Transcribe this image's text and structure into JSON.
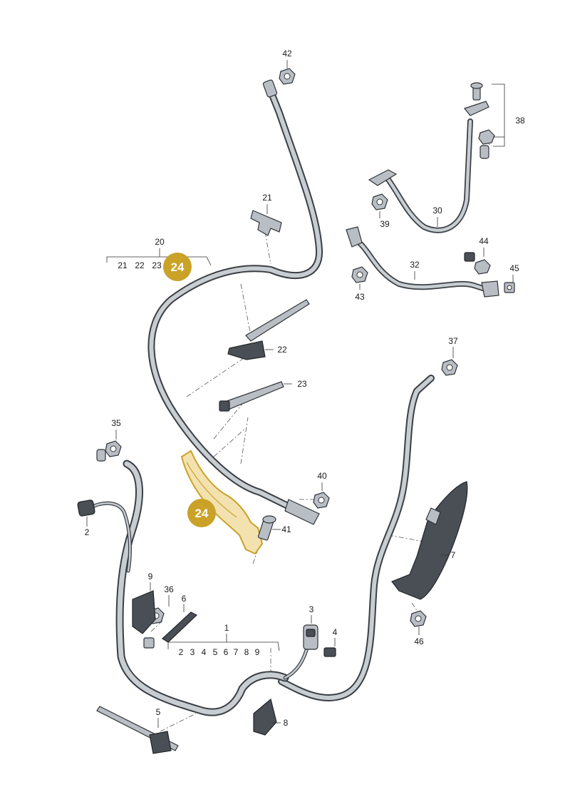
{
  "colors": {
    "highlight": "#c9a227",
    "highlight_fill": "#f3e2b0",
    "cable_outline": "#3a3f45",
    "cable_fill": "#c8cdd2",
    "part_fill": "#b9bec4"
  },
  "badges": [
    {
      "id": "badge-a",
      "text": "24"
    },
    {
      "id": "badge-b",
      "text": "24"
    }
  ],
  "callouts": {
    "c42": "42",
    "c38": "38",
    "c21": "21",
    "c20": "20",
    "c21b": "21",
    "c22b": "22",
    "c23b": "23",
    "c30": "30",
    "c39": "39",
    "c44": "44",
    "c45": "45",
    "c32": "32",
    "c43": "43",
    "c22": "22",
    "c23": "23",
    "c37": "37",
    "c35": "35",
    "c2": "2",
    "c40": "40",
    "c41": "41",
    "c7": "7",
    "c9": "9",
    "c36": "36",
    "c6": "6",
    "c3": "3",
    "c4": "4",
    "c46": "46",
    "c1": "1",
    "c5": "5",
    "c8": "8"
  },
  "group_1_items": [
    "2",
    "3",
    "4",
    "5",
    "6",
    "7",
    "8",
    "9"
  ]
}
